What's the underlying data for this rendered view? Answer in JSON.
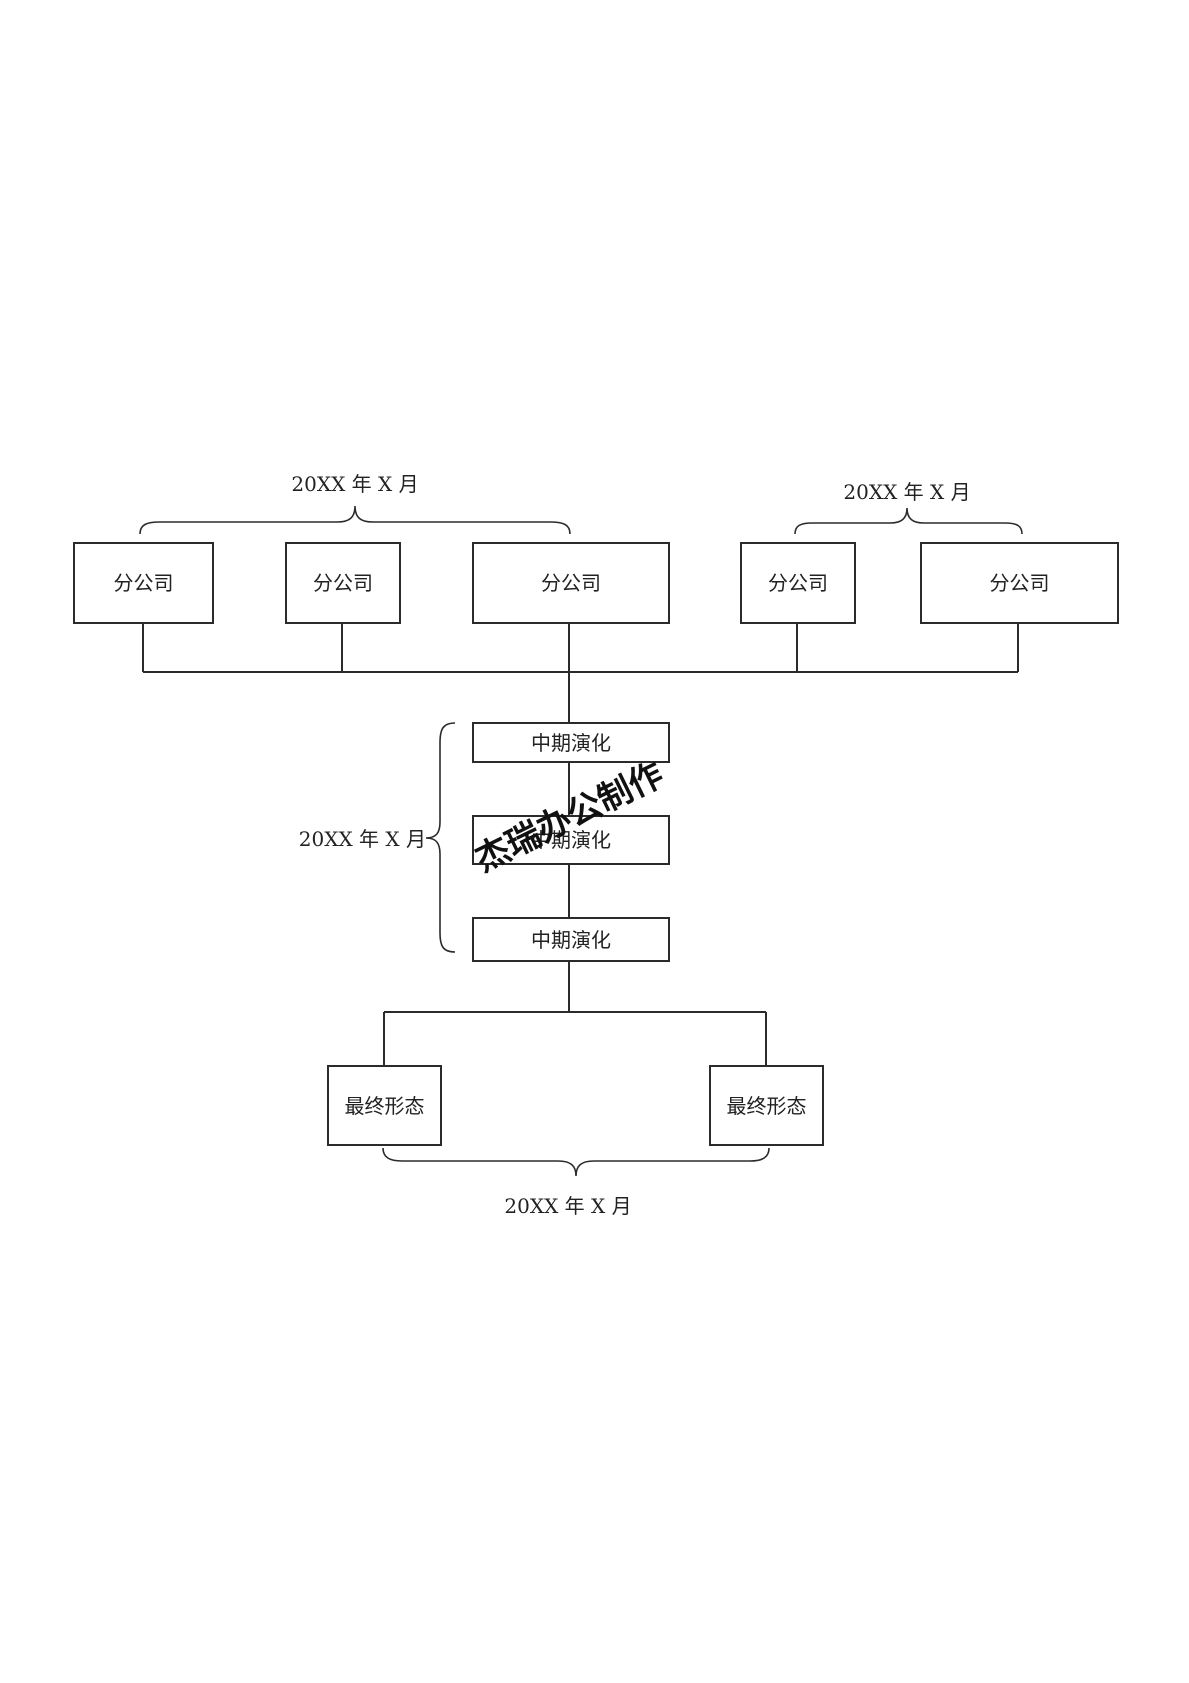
{
  "diagram": {
    "branch_offices": {
      "group_left_period": "20XX 年 X 月",
      "group_right_period": "20XX 年 X 月",
      "items": [
        {
          "label": "分公司"
        },
        {
          "label": "分公司"
        },
        {
          "label": "分公司"
        },
        {
          "label": "分公司"
        },
        {
          "label": "分公司"
        }
      ]
    },
    "mid_stage": {
      "period": "20XX 年 X 月",
      "items": [
        {
          "label": "中期演化"
        },
        {
          "label": "中期演化"
        },
        {
          "label": "中期演化"
        }
      ]
    },
    "final_stage": {
      "period": "20XX 年 X 月",
      "items": [
        {
          "label": "最终形态"
        },
        {
          "label": "最终形态"
        }
      ]
    },
    "watermark": "杰瑞办公制作"
  }
}
